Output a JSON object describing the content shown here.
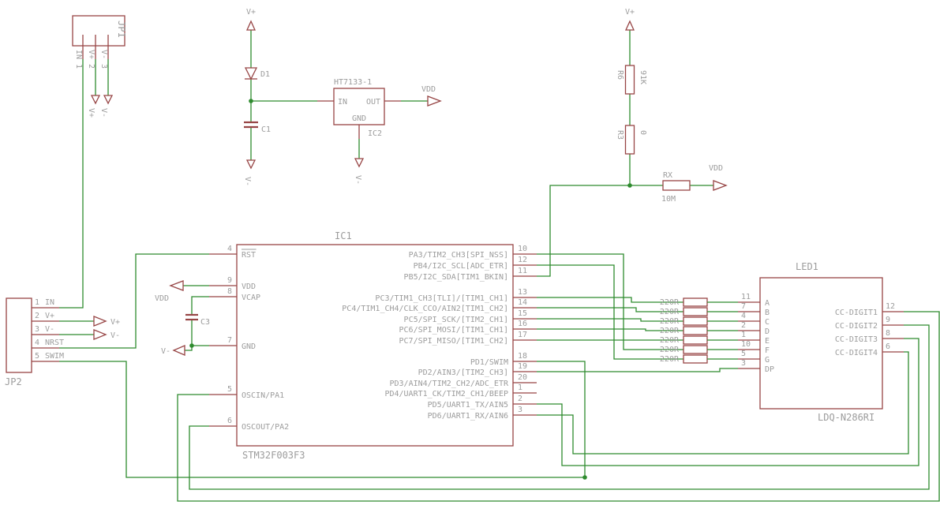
{
  "colors": {
    "background": "#ffffff",
    "symbol": "#974545",
    "net": "#2e8b2e",
    "text": "#9c9c9c"
  },
  "power": {
    "vplus": "V+",
    "vminus": "V-",
    "vdd": "VDD"
  },
  "jp1": {
    "name": "JP1",
    "pin_labels": [
      "IN 1",
      "V+ 2",
      "V- 3"
    ],
    "supply_labels": [
      "V+",
      "V-"
    ]
  },
  "d1": {
    "name": "D1"
  },
  "c1": {
    "name": "C1"
  },
  "ic2": {
    "name": "IC2",
    "value": "HT7133-1",
    "pins": {
      "in": "IN",
      "out": "OUT",
      "gnd": "GND"
    }
  },
  "r6": {
    "name": "R6",
    "value": "91K"
  },
  "r3": {
    "name": "R3",
    "value": "0"
  },
  "rx": {
    "name": "RX",
    "value": "10M"
  },
  "jp2": {
    "name": "JP2",
    "supply_labels": [
      "V+",
      "V-"
    ],
    "pins": [
      {
        "num": "1",
        "name": "IN"
      },
      {
        "num": "2",
        "name": "V+"
      },
      {
        "num": "3",
        "name": "V-"
      },
      {
        "num": "4",
        "name": "NRST"
      },
      {
        "num": "5",
        "name": "SWIM"
      }
    ]
  },
  "c3": {
    "name": "C3"
  },
  "ic1": {
    "name": "IC1",
    "value": "STM32F003F3",
    "left_pins": [
      {
        "num": "4",
        "name": "RST",
        "overline": true
      },
      {
        "num": "9",
        "name": "VDD"
      },
      {
        "num": "8",
        "name": "VCAP"
      },
      {
        "num": "7",
        "name": "GND"
      },
      {
        "num": "5",
        "name": "OSCIN/PA1"
      },
      {
        "num": "6",
        "name": "OSCOUT/PA2"
      }
    ],
    "right_pins": [
      {
        "num": "10",
        "name": "PA3/TIM2_CH3[SPI_NSS]"
      },
      {
        "num": "12",
        "name": "PB4/I2C_SCL[ADC_ETR]"
      },
      {
        "num": "11",
        "name": "PB5/I2C_SDA[TIM1_BKIN]"
      },
      {
        "num": "13",
        "name": "PC3/TIM1_CH3[TLI]/[TIM1_CH1]"
      },
      {
        "num": "14",
        "name": "PC4/TIM1_CH4/CLK_CCO/AIN2[TIM1_CH2]"
      },
      {
        "num": "15",
        "name": "PC5/SPI_SCK/[TIM2_CH1]"
      },
      {
        "num": "16",
        "name": "PC6/SPI_MOSI/[TIM1_CH1]"
      },
      {
        "num": "17",
        "name": "PC7/SPI_MISO/[TIM1_CH2]"
      },
      {
        "num": "18",
        "name": "PD1/SWIM"
      },
      {
        "num": "19",
        "name": "PD2/AIN3/[TIM2_CH3]"
      },
      {
        "num": "20",
        "name": "PD3/AIN4/TIM2_CH2/ADC_ETR"
      },
      {
        "num": "1",
        "name": "PD4/UART1_CK/TIM2_CH1/BEEP"
      },
      {
        "num": "2",
        "name": "PD5/UART1_TX/AIN5"
      },
      {
        "num": "3",
        "name": "PD6/UART1_RX/AIN6"
      }
    ]
  },
  "segment_resistors": {
    "value": "220R",
    "count": 7
  },
  "led1": {
    "name": "LED1",
    "value": "LDQ-N286RI",
    "left_pins": [
      {
        "num": "11",
        "name": "A"
      },
      {
        "num": "7",
        "name": "B"
      },
      {
        "num": "4",
        "name": "C"
      },
      {
        "num": "2",
        "name": "D"
      },
      {
        "num": "1",
        "name": "E"
      },
      {
        "num": "10",
        "name": "F"
      },
      {
        "num": "5",
        "name": "G"
      },
      {
        "num": "3",
        "name": "DP"
      }
    ],
    "right_pins": [
      {
        "num": "12",
        "name": "CC-DIGIT1"
      },
      {
        "num": "9",
        "name": "CC-DIGIT2"
      },
      {
        "num": "8",
        "name": "CC-DIGIT3"
      },
      {
        "num": "6",
        "name": "CC-DIGIT4"
      }
    ]
  }
}
